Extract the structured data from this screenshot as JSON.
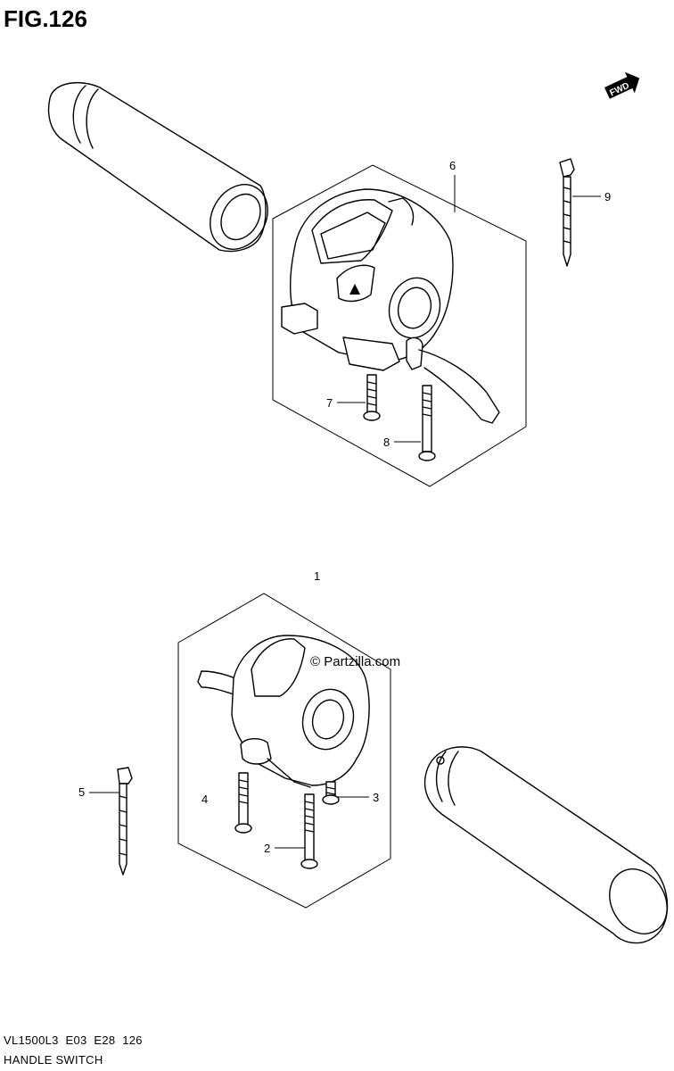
{
  "figure": {
    "title": "FIG.126",
    "fwd_label": "FWD",
    "watermark": "© Partzilla.com",
    "footer_code": "VL1500L3  E03  E28  126",
    "footer_name": "HANDLE SWITCH"
  },
  "callouts": [
    {
      "id": "1",
      "label": "1"
    },
    {
      "id": "2",
      "label": "2"
    },
    {
      "id": "3",
      "label": "3"
    },
    {
      "id": "4",
      "label": "4"
    },
    {
      "id": "5",
      "label": "5"
    },
    {
      "id": "6",
      "label": "6"
    },
    {
      "id": "7",
      "label": "7"
    },
    {
      "id": "8",
      "label": "8"
    },
    {
      "id": "9",
      "label": "9"
    }
  ],
  "icons": [
    "fwd-arrow-icon",
    "copyright-icon"
  ]
}
